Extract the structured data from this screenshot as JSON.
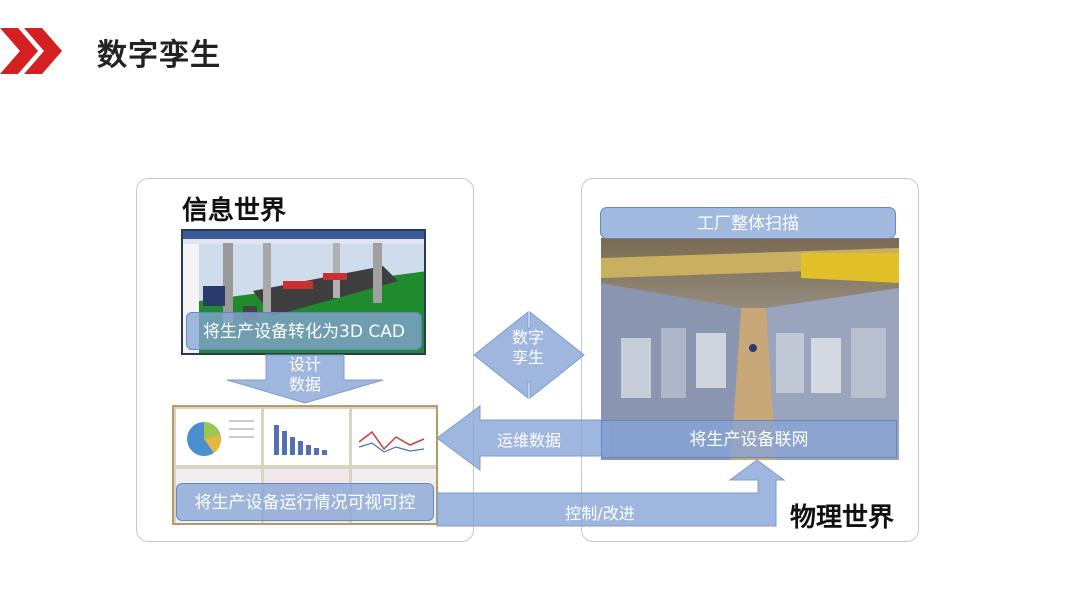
{
  "title": "数字孪生",
  "colors": {
    "accent_red": "#d42020",
    "arrow_fill": "#87a4d6",
    "panel_border": "#c8c8c8"
  },
  "info_world": {
    "title": "信息世界",
    "cad_label": "将生产设备转化为3D CAD",
    "dashboard_label": "将生产设备运行情况可视可控"
  },
  "physical_world": {
    "title": "物理世界",
    "scan_label": "工厂整体扫描",
    "network_label": "将生产设备联网"
  },
  "arrows": {
    "design_data": [
      "设计",
      "数据"
    ],
    "digital_twin": [
      "数字",
      "孪生"
    ],
    "ops_data": "运维数据",
    "control": "控制/改进"
  }
}
